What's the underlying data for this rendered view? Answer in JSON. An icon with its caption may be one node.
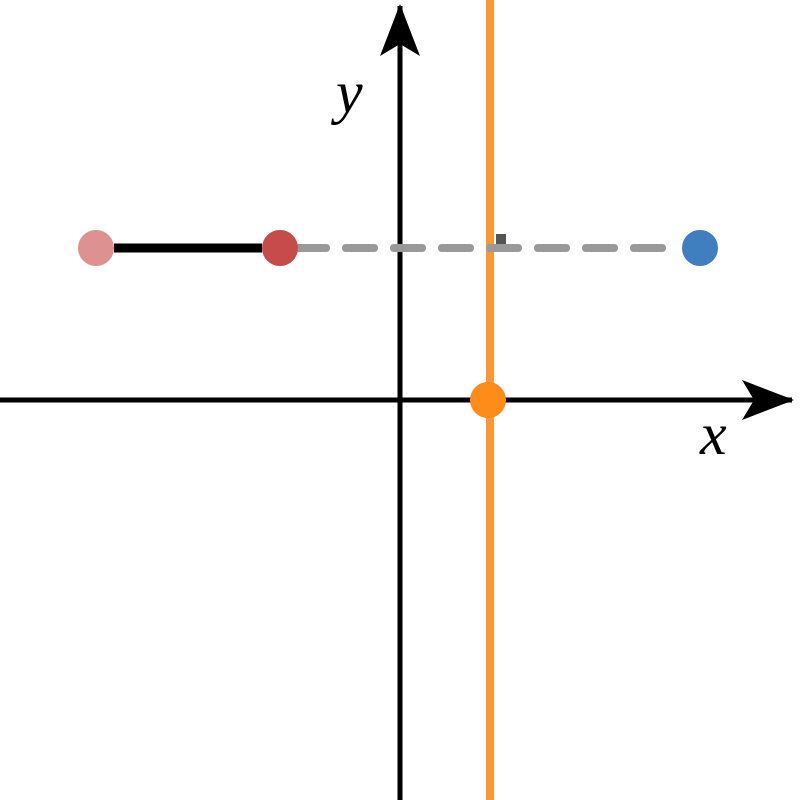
{
  "diagram": {
    "nodes": [
      {
        "text": [],
        "shape": "circle"
      },
      {
        "text": [],
        "shape": "circle"
      },
      {
        "text": [],
        "shape": "circle"
      },
      {
        "text": [],
        "shape": "circle"
      }
    ],
    "edges": [
      {
        "from": 0,
        "to": 1,
        "arrow": "none"
      },
      {
        "from": 1,
        "to": 2,
        "arrow": "none",
        "style": "dashed",
        "color": "#999999"
      }
    ],
    "labels": [
      "y",
      "x"
    ]
  }
}
